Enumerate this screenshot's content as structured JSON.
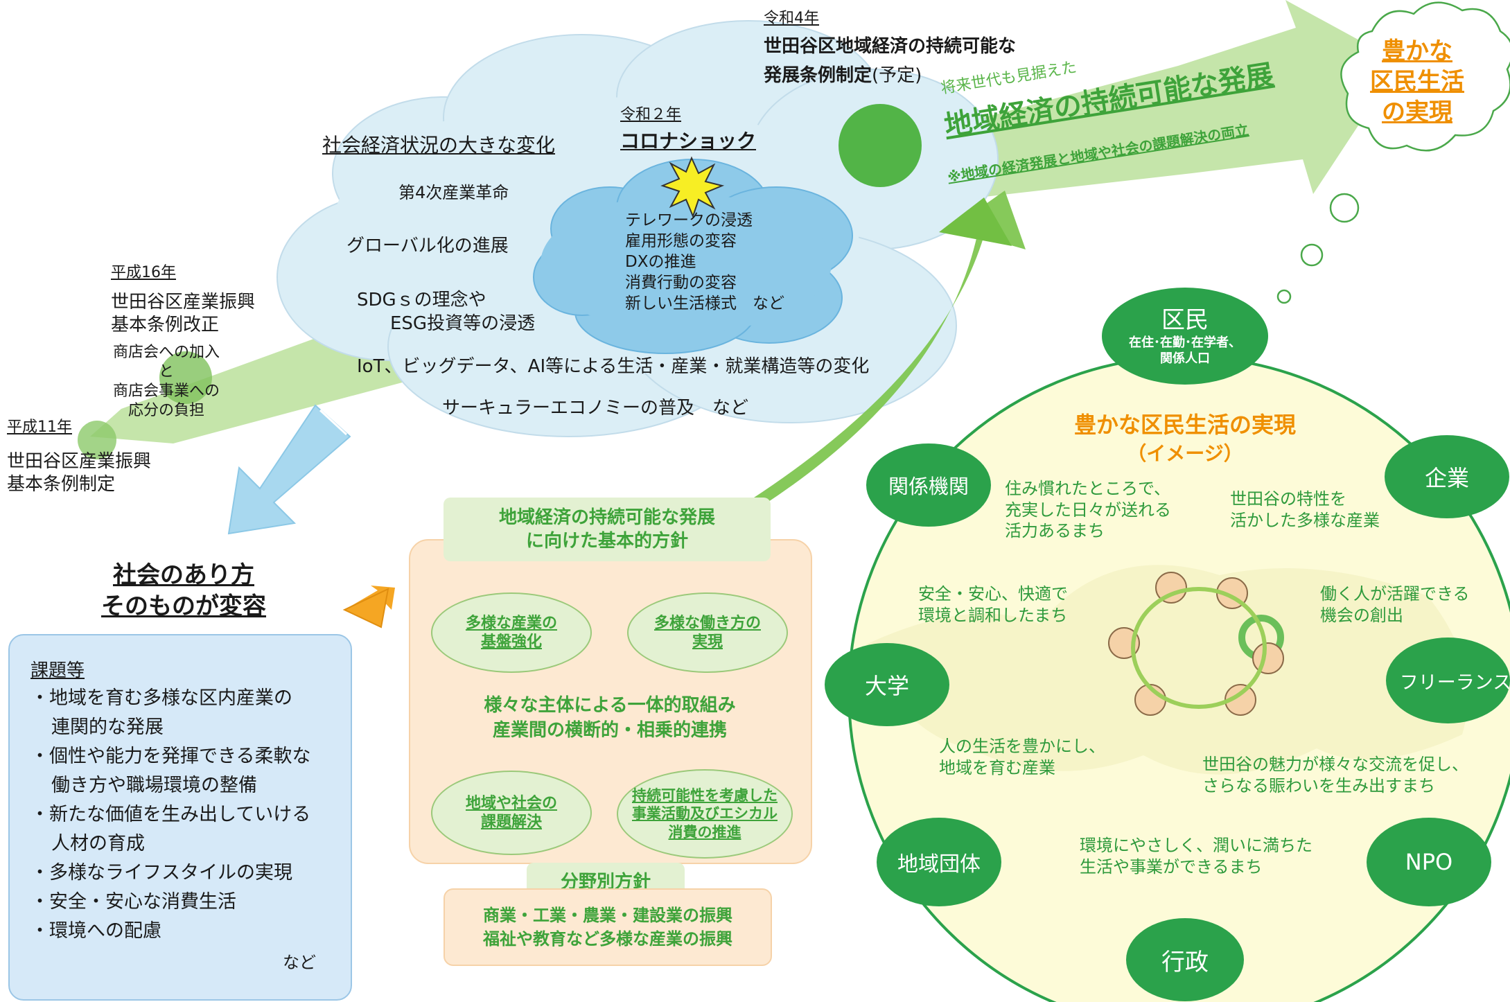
{
  "timeline": {
    "h11": {
      "era": "平成11年",
      "line1": "世田谷区産業振興",
      "line2": "基本条例制定"
    },
    "h16": {
      "era": "平成16年",
      "line1": "世田谷区産業振興",
      "line2": "基本条例改正",
      "note1": "商店会への加入と",
      "note2": "商店会事業への",
      "note3": "応分の負担"
    },
    "r4": {
      "era": "令和4年",
      "line1": "世田谷区地域経済の持続可能な",
      "line2": "発展条例制定",
      "line2_suffix": "(予定)"
    }
  },
  "cloud": {
    "title": "社会経済状況の大きな変化",
    "items": [
      "第4次産業革命",
      "グローバル化の進展",
      "SDGｓの理念や",
      "ESG投資等の浸透",
      "IoT、ビッグデータ、AI等による生活・産業・就業構造等の変化",
      "サーキュラーエコノミーの普及　など"
    ]
  },
  "covid": {
    "era": "令和２年",
    "title": "コロナショック",
    "items": [
      "テレワークの浸透",
      "雇用形態の変容",
      "DXの推進",
      "消費行動の変容",
      "新しい生活様式　など"
    ]
  },
  "arrow_text": {
    "sub": "将来世代も見据えた",
    "main": "地域経済の持続可能な発展",
    "note": "※地域の経済発展と地域や社会の課題解決の両立"
  },
  "goal": {
    "line1": "豊かな",
    "line2": "区民生活",
    "line3": "の実現"
  },
  "society": {
    "line1": "社会のあり方",
    "line2": "そのものが変容"
  },
  "issues": {
    "title": "課題等",
    "lines": [
      "・地域を育む多様な区内産業の",
      "連関的な発展",
      "・個性や能力を発揮できる柔軟な",
      "働き方や職場環境の整備",
      "・新たな価値を生み出していける",
      "人材の育成",
      "・多様なライフスタイルの実現",
      "・安全・安心な消費生活",
      "・環境への配慮"
    ],
    "etc": "など"
  },
  "policy": {
    "header1": "地域経済の持続可能な発展",
    "header2": "に向けた基本的方針",
    "ovals": [
      {
        "l1": "多様な産業の",
        "l2": "基盤強化",
        "l3": ""
      },
      {
        "l1": "多様な働き方の",
        "l2": "実現",
        "l3": ""
      },
      {
        "l1": "地域や社会の",
        "l2": "課題解決",
        "l3": ""
      },
      {
        "l1": "持続可能性を考慮した",
        "l2": "事業活動及びエシカル",
        "l3": "消費の推進"
      }
    ],
    "center1": "様々な主体による一体的取組み",
    "center2": "産業間の横断的・相乗的連携",
    "field_title": "分野別方針",
    "field1": "商業・工業・農業・建設業の振興",
    "field2": "福祉や教育など多様な産業の振興"
  },
  "image_circle": {
    "title": "豊かな区民生活の実現",
    "subtitle": "（イメージ）",
    "texts": [
      {
        "l1": "住み慣れたところで、",
        "l2": "充実した日々が送れる",
        "l3": "活力あるまち"
      },
      {
        "l1": "世田谷の特性を",
        "l2": "活かした多様な産業",
        "l3": ""
      },
      {
        "l1": "安全・安心、快適で",
        "l2": "環境と調和したまち",
        "l3": ""
      },
      {
        "l1": "働く人が活躍できる",
        "l2": "機会の創出",
        "l3": ""
      },
      {
        "l1": "人の生活を豊かにし、",
        "l2": "地域を育む産業",
        "l3": ""
      },
      {
        "l1": "世田谷の魅力が様々な交流を促し、",
        "l2": "さらなる賑わいを生み出すまち",
        "l3": ""
      },
      {
        "l1": "環境にやさしく、潤いに満ちた",
        "l2": "生活や事業ができるまち",
        "l3": ""
      }
    ]
  },
  "actors": {
    "kumin": {
      "label": "区民",
      "sub1": "在住･在勤･在学者、",
      "sub2": "関係人口"
    },
    "kigyo": "企業",
    "kankei": "関係機関",
    "daigaku": "大学",
    "freelance": "フリーランス",
    "chiiki": "地域団体",
    "npo": "NPO",
    "gyosei": "行政"
  }
}
